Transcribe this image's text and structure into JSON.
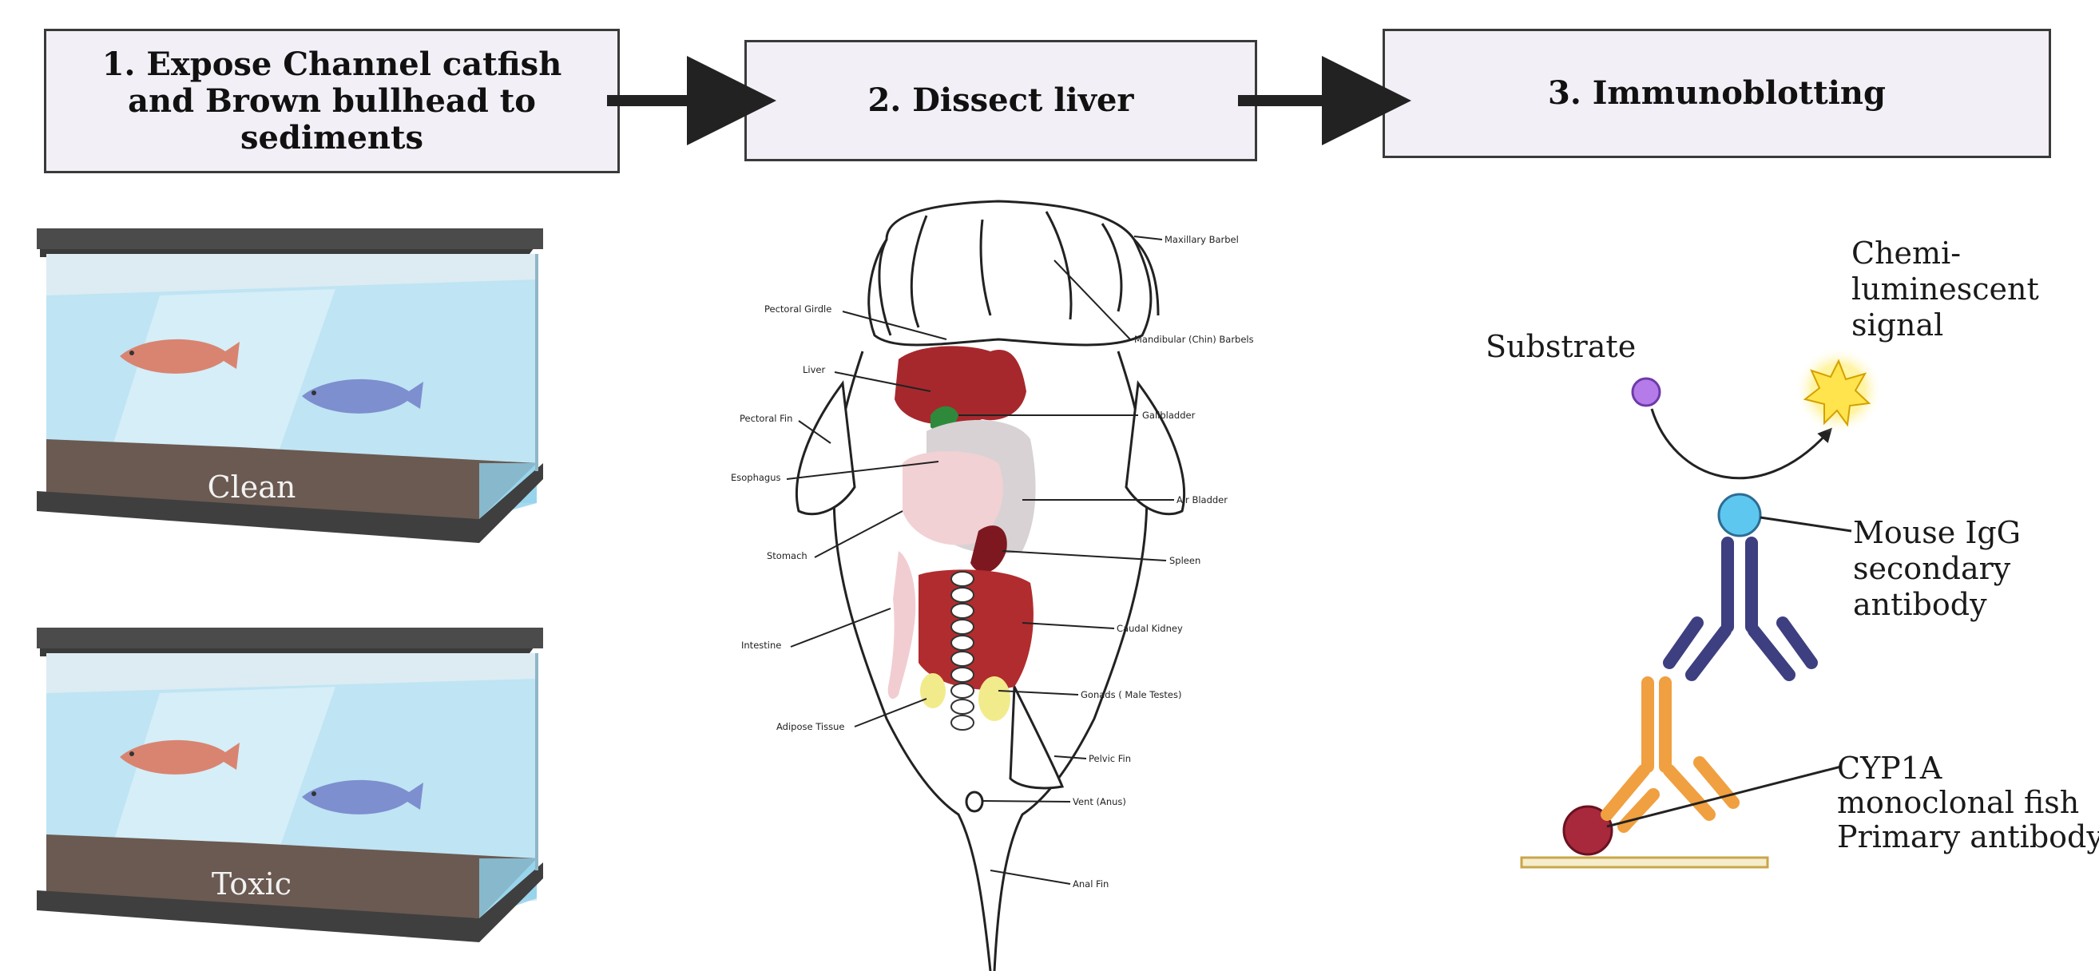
{
  "steps": [
    {
      "line1": "1.  Expose Channel catfish",
      "line2": "and Brown bullhead to",
      "line3": "sediments"
    },
    {
      "line1": "2. Dissect liver"
    },
    {
      "line1": "3. Immunoblotting"
    }
  ],
  "tanks": {
    "clean_label": "Clean",
    "toxic_label": "Toxic"
  },
  "anatomy": {
    "maxillary_barbel": "Maxillary Barbel",
    "mandibular_barbels": "Mandibular (Chin) Barbels",
    "pectoral_girdle": "Pectoral Girdle",
    "liver": "Liver",
    "pectoral_fin": "Pectoral Fin",
    "gallbladder": "Gallbladder",
    "esophagus": "Esophagus",
    "air_bladder": "Air Bladder",
    "stomach": "Stomach",
    "spleen": "Spleen",
    "caudal_kidney": "Caudal Kidney",
    "intestine": "Intestine",
    "gonads": "Gonads ( Male Testes)",
    "adipose_tissue": "Adipose Tissue",
    "pelvic_fin": "Pelvic Fin",
    "vent": "Vent (Anus)",
    "anal_fin": "Anal Fin"
  },
  "immunoblot": {
    "signal_line1": "Chemi-",
    "signal_line2": "luminescent",
    "signal_line3": "signal",
    "substrate": "Substrate",
    "secondary_line1": "Mouse IgG",
    "secondary_line2": "secondary",
    "secondary_line3": "antibody",
    "primary_line1": "CYP1A",
    "primary_line2": "monoclonal fish",
    "primary_line3": "Primary antibody"
  },
  "colors": {
    "box_fill": "#f3eff6",
    "water": "#bfe4f4",
    "sediment": "#6b5a52",
    "liver_red": "#a6282d",
    "gallbladder_green": "#2e8a3a",
    "secondary_antibody": "#3d3f80",
    "primary_antibody": "#f0a040",
    "antigen": "#a8283c",
    "substrate_dot": "#b57be8",
    "signal": "#ffe44d"
  }
}
